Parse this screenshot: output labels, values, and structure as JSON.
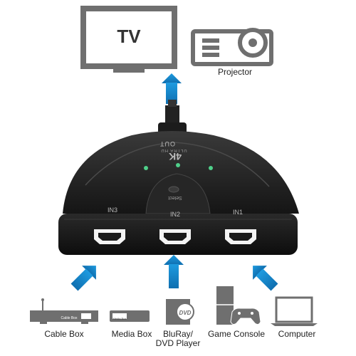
{
  "outputs": {
    "tv": "TV",
    "projector": "Projector"
  },
  "switch": {
    "out_label": "OUT",
    "brand_big": "4K",
    "brand_small": "ULTRA HD",
    "select_label": "Select",
    "ports": [
      "IN3",
      "IN2",
      "IN1"
    ]
  },
  "sources": {
    "cable_box": "Cable Box",
    "cable_box_screen": "Cable Box",
    "media_box": "Media Box",
    "media_box_screen": "Media Box",
    "bluray_line1": "BluRay/",
    "bluray_line2": "DVD Player",
    "bluray_disc": "DVD",
    "game_console": "Game Console",
    "computer": "Computer"
  },
  "colors": {
    "arrow": "#1a8fd6",
    "device_gray": "#6f6f6f",
    "switch_body": "#2b2b2b",
    "led": "#4fd08a"
  }
}
